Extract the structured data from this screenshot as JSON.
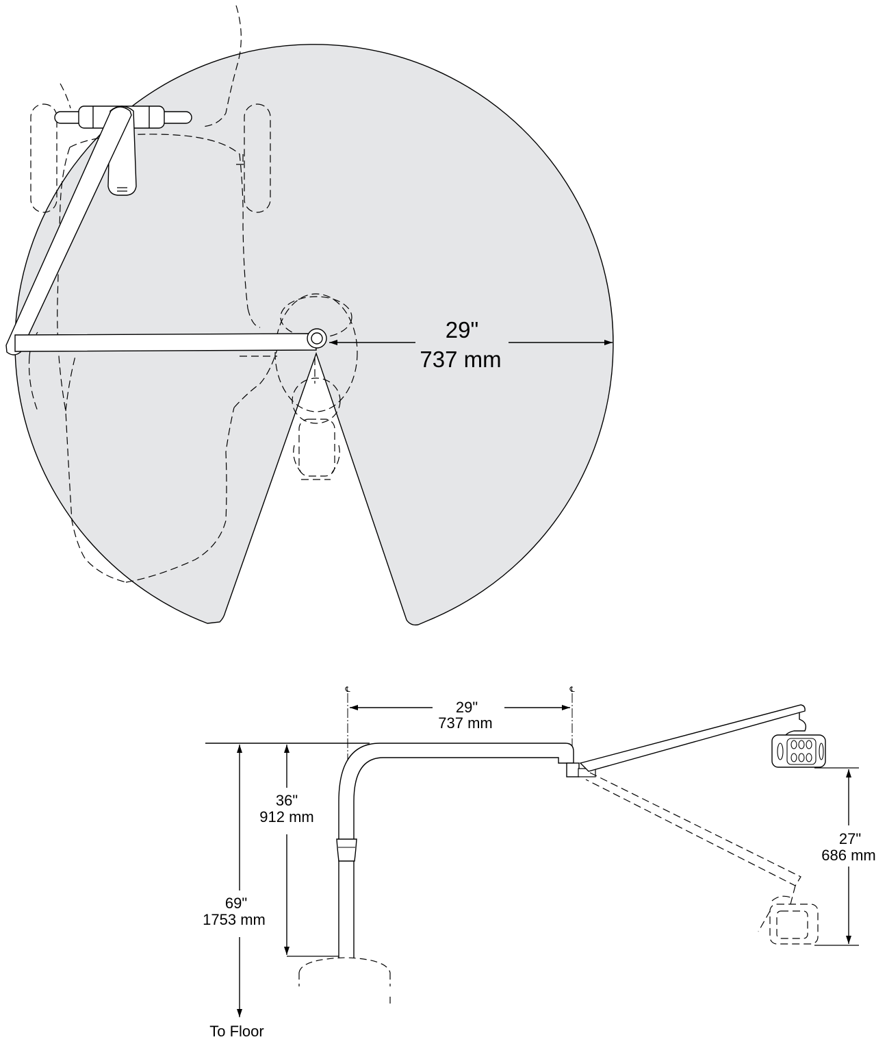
{
  "top_view": {
    "reach_inches": "29\"",
    "reach_mm": "737 mm",
    "fill_color": "#e5e6e8"
  },
  "side_view": {
    "arm_length_inches": "29\"",
    "arm_length_mm": "737 mm",
    "height_36_inches": "36\"",
    "height_36_mm": "912 mm",
    "height_69_inches": "69\"",
    "height_69_mm": "1753 mm",
    "drop_inches": "27\"",
    "drop_mm": "686 mm",
    "floor_label": "To Floor",
    "centerline_symbol": "℄"
  }
}
